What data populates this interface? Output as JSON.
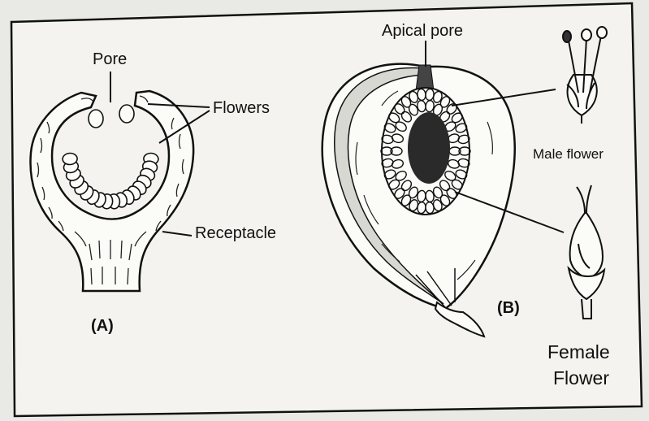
{
  "figure": {
    "panel_a": {
      "caption": "(A)",
      "labels": {
        "pore": "Pore",
        "flowers": "Flowers",
        "receptacle": "Receptacle"
      }
    },
    "panel_b": {
      "caption": "(B)",
      "labels": {
        "apical_pore": "Apical pore",
        "male_flower": "Male flower",
        "female_flower_line1": "Female",
        "female_flower_line2": "Flower"
      }
    },
    "colors": {
      "paper": "#f4f3ef",
      "ink": "#111111",
      "background": "#e9e9e6"
    }
  }
}
